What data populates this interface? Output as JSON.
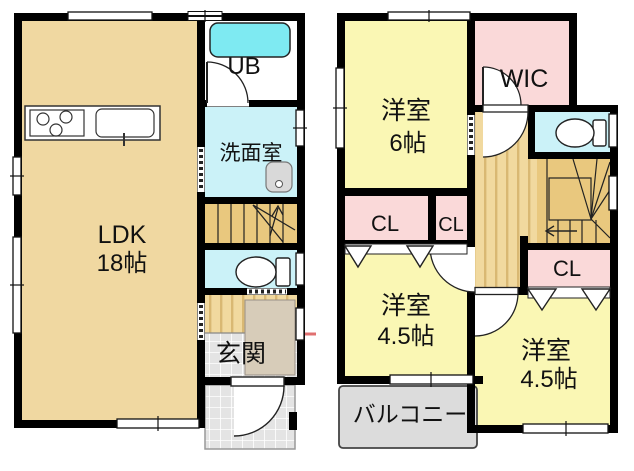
{
  "plan": {
    "floor1": {
      "ldk": {
        "name": "LDK",
        "size": "18帖"
      },
      "ub": "UB",
      "washroom": "洗面室",
      "entrance": "玄関"
    },
    "floor2": {
      "bedroom6": {
        "name": "洋室",
        "size": "6帖"
      },
      "wic": "WIC",
      "closet1": "CL",
      "closet2": "CL",
      "closet3": "CL",
      "bedroom45a": {
        "name": "洋室",
        "size": "4.5帖"
      },
      "bedroom45b": {
        "name": "洋室",
        "size": "4.5帖"
      },
      "balcony": "バルコニー"
    }
  },
  "palette": {
    "wall": "#000000",
    "ldk_tan": "#F0D8A1",
    "stripe_base": "#F1D99F",
    "stripe_dark": "#D9B873",
    "room_yellow": "#FAF7B4",
    "closet_pink": "#FAD9D9",
    "wet_cyan": "#CBF2F8",
    "tub_cyan": "#7EEAF2",
    "stair_tan": "#E9C87E",
    "balcony_gray": "#DCDCDC",
    "tile_base": "#E4E4E4",
    "cabinet_beige": "#D7CCB9",
    "red_mark": "#E07070",
    "fixture_white": "#FFFFFF"
  }
}
